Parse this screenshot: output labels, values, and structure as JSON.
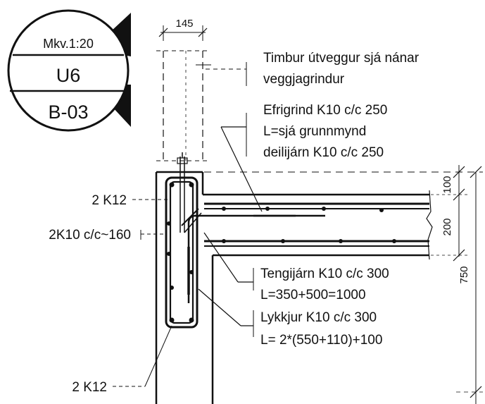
{
  "badge": {
    "scale": "Mkv.1:20",
    "detail": "U6",
    "sheet": "B-03"
  },
  "dimensions": {
    "wall_top_width": "145",
    "slab_top": "100",
    "slab_depth": "200",
    "overall_height": "750"
  },
  "callouts": {
    "timber_wall_line1": "Timbur útveggur sjá nánar",
    "timber_wall_line2": "veggjagrindur",
    "top_grid_line1": "Efrigrind K10 c/c 250",
    "top_grid_line2": "L=sjá grunnmynd",
    "top_grid_line3": "deilijárn K10 c/c 250",
    "left_top_bars": "2 K12",
    "left_spacing": "2K10 c/c~160",
    "left_bottom_bars": "2 K12",
    "tie_bar_line1": "Tengijárn K10 c/c 300",
    "tie_bar_line2": "L=350+500=1000",
    "stirrup_line1": "Lykkjur K10 c/c 300",
    "stirrup_line2": "L= 2*(550+110)+100"
  },
  "colors": {
    "ink": "#111111",
    "fill": "#ffffff"
  }
}
